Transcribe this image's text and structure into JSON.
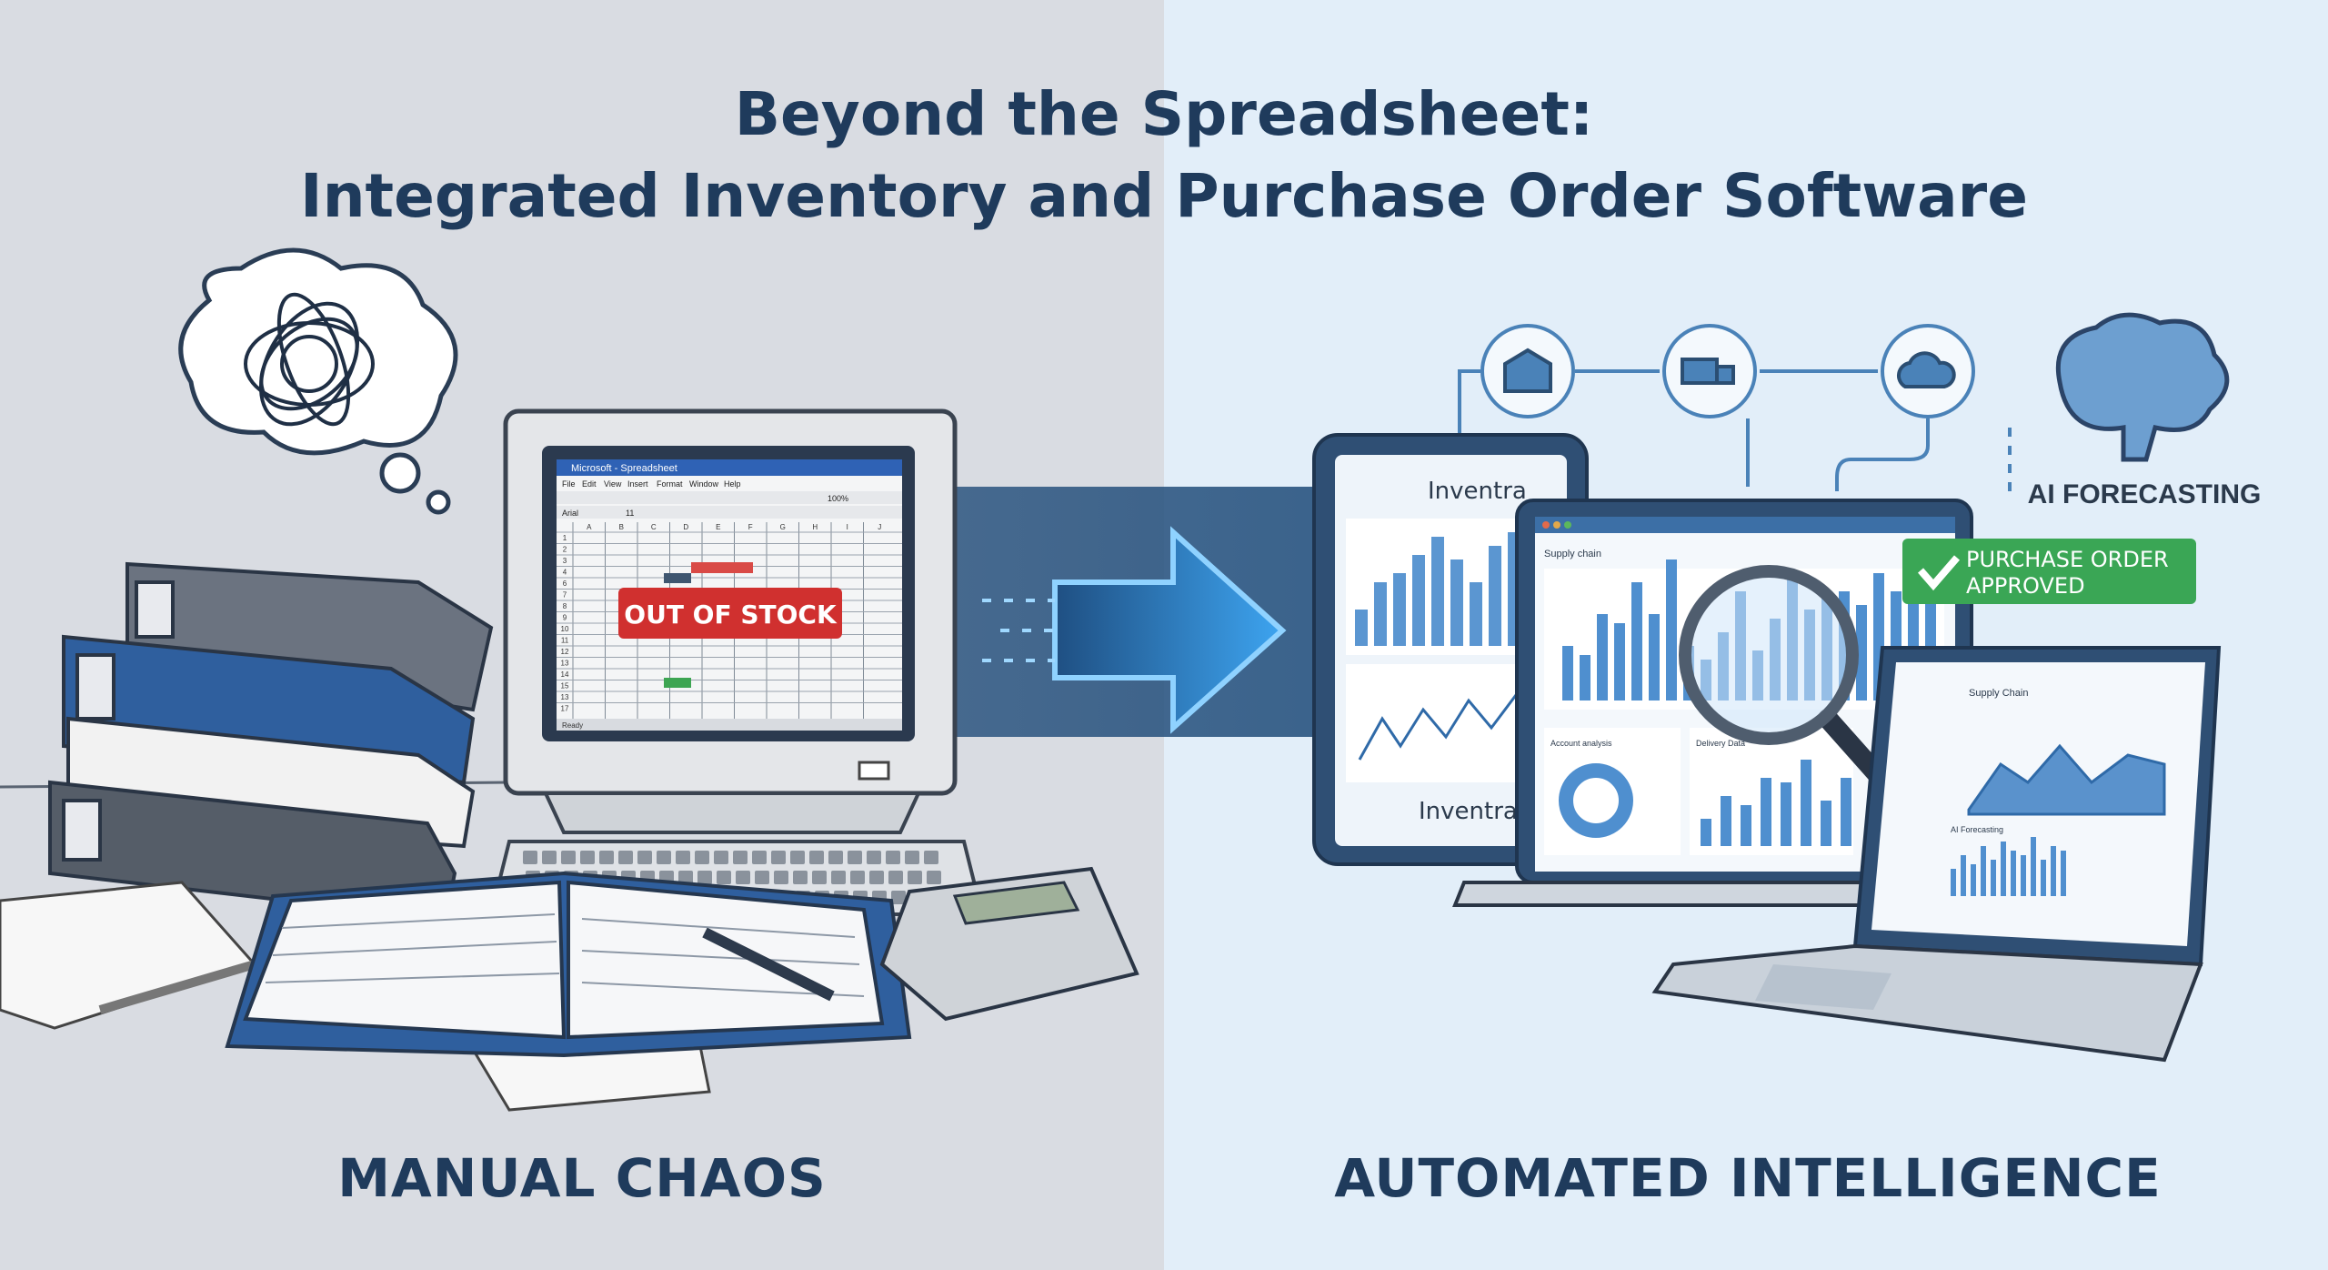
{
  "title": {
    "line1": "Beyond the Spreadsheet:",
    "line2": "Integrated Inventory and Purchase Order Software"
  },
  "left": {
    "label": "MANUAL CHAOS",
    "spreadsheet": {
      "window_title": "Microsoft - Spreadsheet",
      "menu": [
        "File",
        "Edit",
        "View",
        "Insert",
        "Format",
        "Window",
        "Help"
      ],
      "zoom": "100%",
      "font": "Arial",
      "font_size": "11",
      "columns": [
        "A",
        "B",
        "C",
        "D",
        "E",
        "F",
        "G",
        "H",
        "I",
        "J"
      ],
      "rows": [
        "1",
        "2",
        "3",
        "4",
        "6",
        "7",
        "8",
        "9",
        "10",
        "11",
        "12",
        "13",
        "14",
        "15",
        "13",
        "17"
      ],
      "alert": "OUT OF STOCK",
      "status": "Ready"
    }
  },
  "right": {
    "label": "AUTOMATED INTELLIGENCE",
    "brand": "Inventra",
    "ai_label": "AI FORECASTING",
    "po_badge": {
      "line1": "PURCHASE ORDER",
      "line2": "APPROVED"
    },
    "laptop": {
      "header": "Supply chain",
      "panel1": "Account analysis",
      "panel2": "Delivery Data"
    },
    "small_laptop": {
      "header": "Supply Chain",
      "panel1": "AI Forecasting"
    },
    "flow_icons": [
      "warehouse-icon",
      "truck-icon",
      "cloud-icon"
    ]
  },
  "colors": {
    "left_bg": "#d9dce2",
    "right_bg": "#e2eef9",
    "title": "#1f3b5c",
    "alert_red": "#d0302f",
    "approved_green": "#3aa655",
    "accent_blue": "#2f7fd0"
  }
}
